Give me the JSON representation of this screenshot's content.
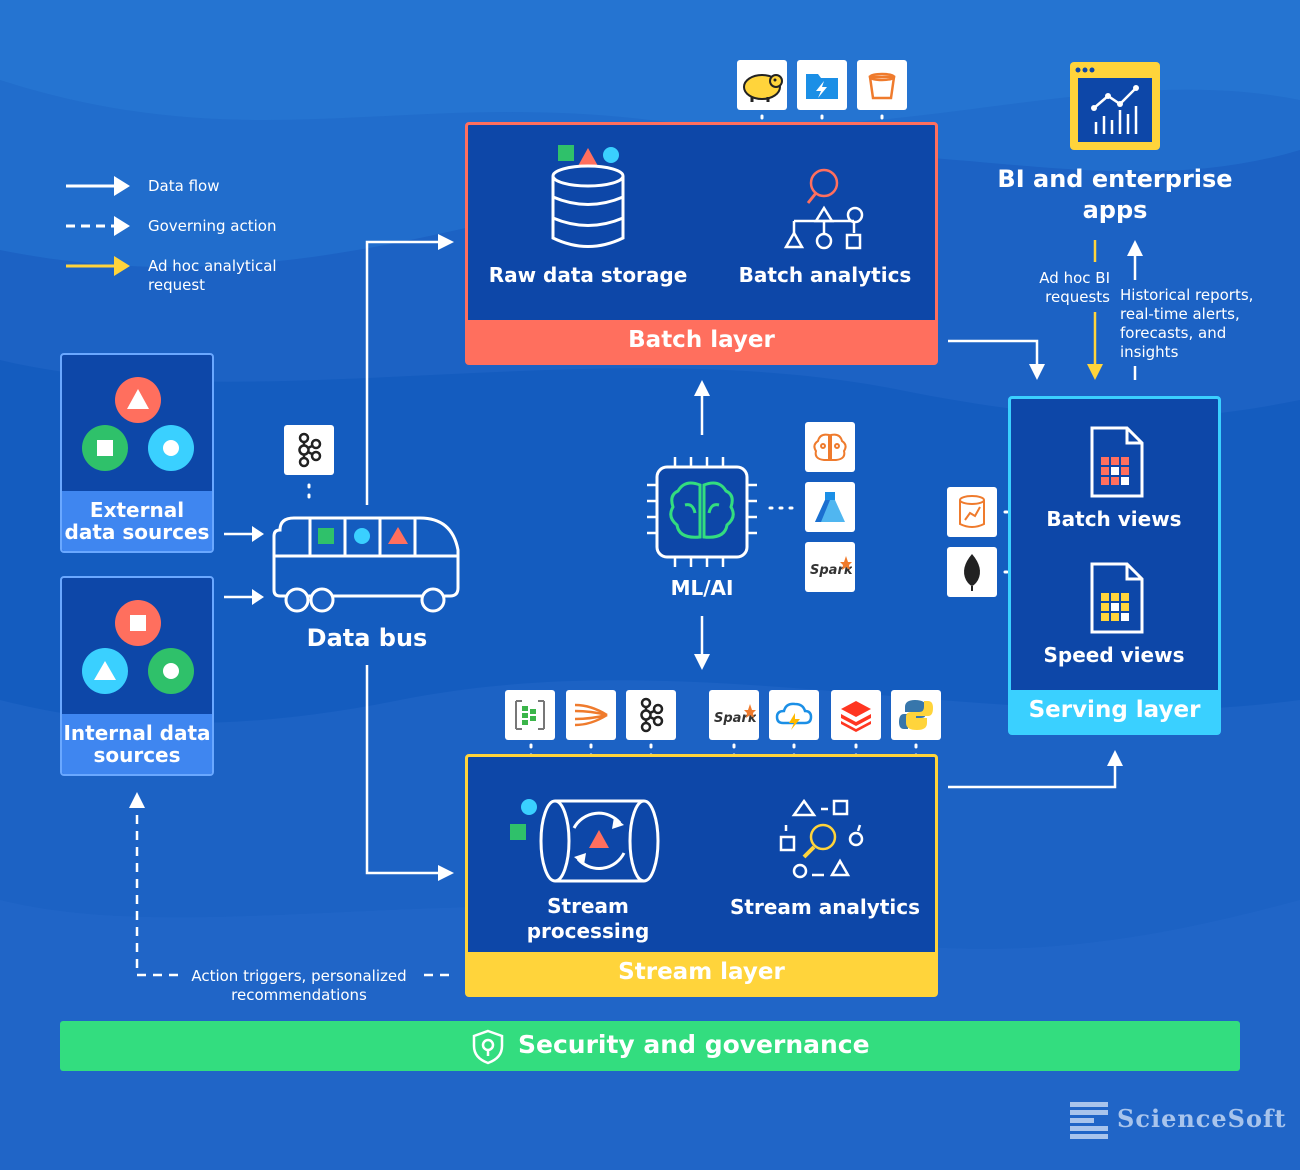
{
  "legend": {
    "data_flow": "Data flow",
    "governing_action": "Governing action",
    "adhoc_request": "Ad hoc analytical request"
  },
  "sources": {
    "external": "External data sources",
    "internal": "Internal data sources"
  },
  "data_bus": {
    "label": "Data bus"
  },
  "batch_layer": {
    "title": "Batch layer",
    "raw_storage": "Raw data storage",
    "batch_analytics": "Batch analytics"
  },
  "ml": {
    "label": "ML/AI"
  },
  "stream_layer": {
    "title": "Stream layer",
    "stream_processing": "Stream processing",
    "stream_analytics": "Stream analytics"
  },
  "serving_layer": {
    "title": "Serving layer",
    "batch_views": "Batch views",
    "speed_views": "Speed views"
  },
  "bi": {
    "title": "BI and enterprise apps",
    "adhoc": "Ad hoc BI requests",
    "historical": "Historical reports, real-time alerts, forecasts, and insights"
  },
  "actions": {
    "label": "Action triggers, personalized recommendations"
  },
  "security": {
    "label": "Security and governance"
  },
  "brand": {
    "name": "ScienceSoft"
  },
  "colors": {
    "background": "#1c62c4",
    "box": "#0d47a8",
    "batch_accent": "#ff6f5e",
    "stream_accent": "#ffd43b",
    "serving_accent": "#3ad0ff",
    "security": "#33dd7f"
  },
  "icons": [
    "hadoop-icon",
    "azure-data-lake-icon",
    "aws-s3-icon",
    "kafka-icon",
    "azure-ml-icon",
    "spark-icon",
    "mongodb-icon",
    "python-icon"
  ]
}
